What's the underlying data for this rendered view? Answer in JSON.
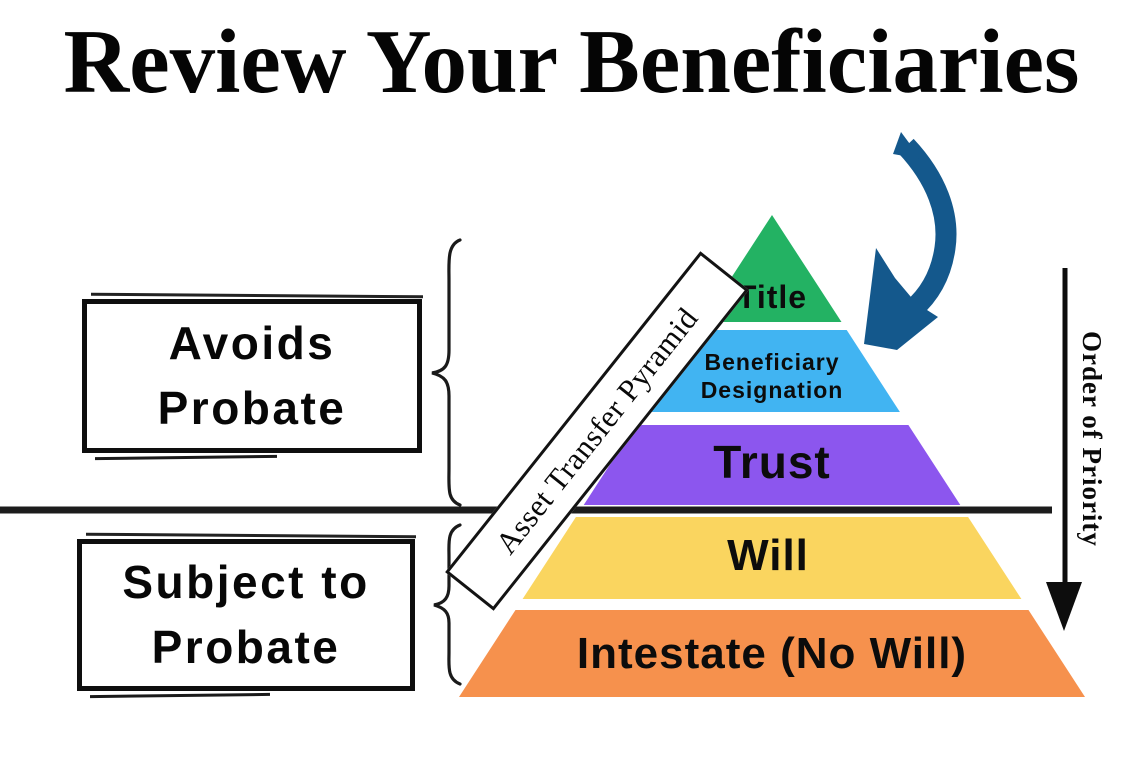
{
  "title": "Review Your Beneficiaries",
  "pyramid": {
    "label": "Asset Transfer Pyramid",
    "levels": [
      {
        "label": "Title",
        "color": "#23B263"
      },
      {
        "label": "Beneficiary Designation",
        "line1": "Beneficiary",
        "line2": "Designation",
        "color": "#41B4F2"
      },
      {
        "label": "Trust",
        "color": "#8C56EE"
      },
      {
        "label": "Will",
        "color": "#FAD55F"
      },
      {
        "label": "Intestate (No Will)",
        "color": "#F6914D"
      }
    ]
  },
  "groups": {
    "avoids_probate": {
      "line1": "Avoids",
      "line2": "Probate"
    },
    "subject_to_probate": {
      "line1": "Subject to",
      "line2": "Probate"
    }
  },
  "axis": {
    "order_of_priority": "Order of Priority"
  },
  "style": {
    "arrow_color": "#14588C",
    "ink_color": "#1C1C1C"
  }
}
